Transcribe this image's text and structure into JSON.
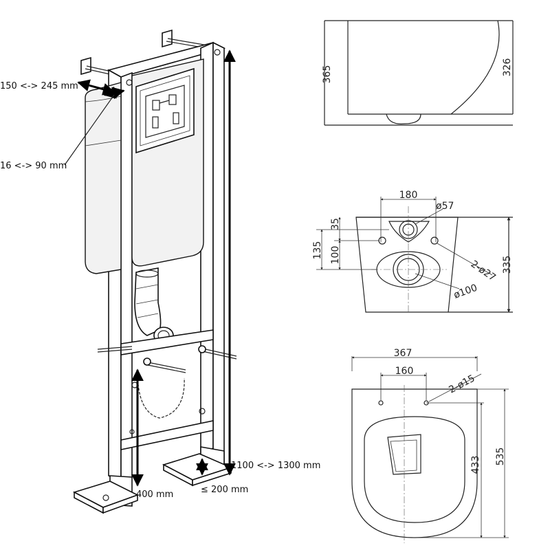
{
  "installation": {
    "adjust_depth": "150 <-> 245 mm",
    "wall_offset": "16 <-> 90 mm",
    "total_height": "1100 <-> 1300 mm",
    "bracket_height": "400 mm",
    "foot_height": "≤ 200 mm"
  },
  "side_view": {
    "height_outer": "365",
    "height_inner": "326"
  },
  "rear_view": {
    "width_top": "180",
    "hole_dia": "ø57",
    "offset_35": "35",
    "offset_100": "100",
    "height_135": "135",
    "bolt_holes": "2-ø27",
    "outlet_dia": "ø100",
    "height_335": "335"
  },
  "top_view": {
    "width": "367",
    "hole_spacing": "160",
    "holes": "2-ø15",
    "depth_433": "433",
    "length_535": "535"
  }
}
